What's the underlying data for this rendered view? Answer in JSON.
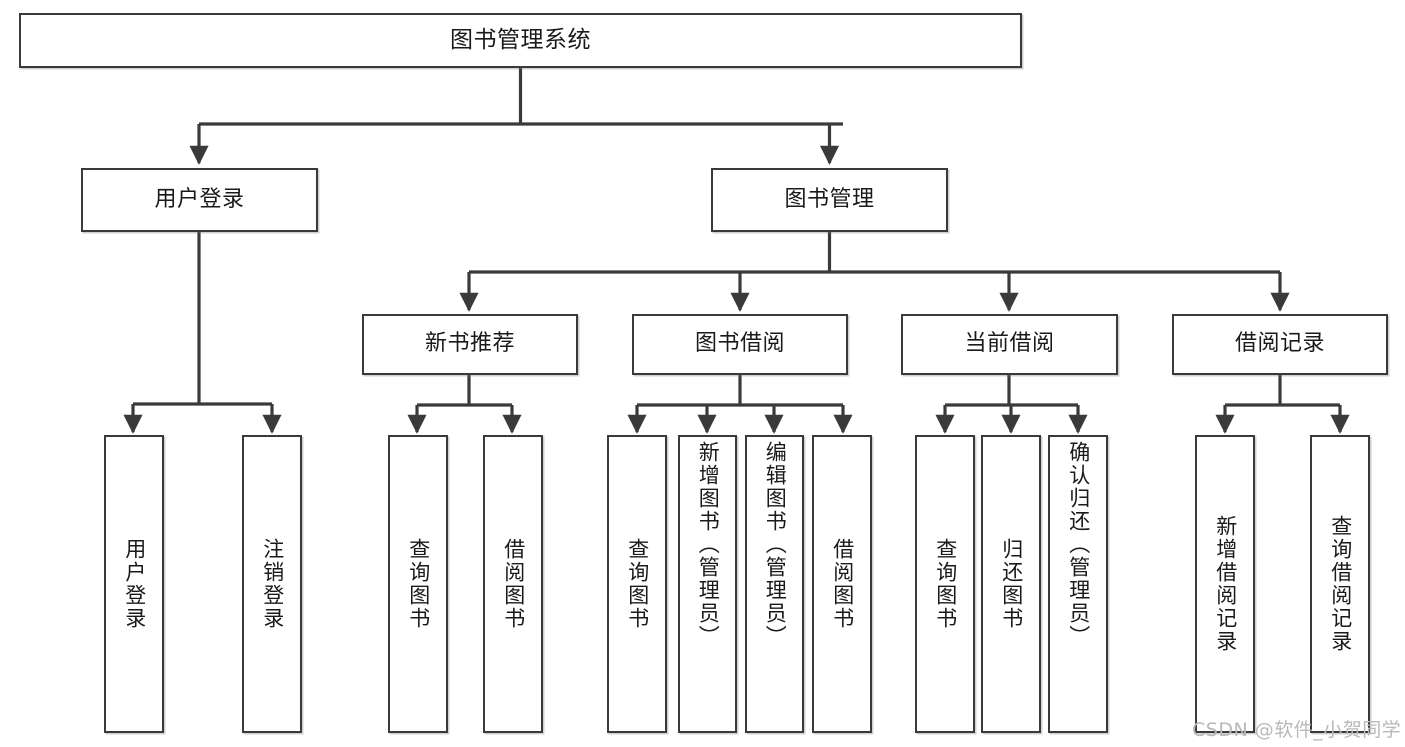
{
  "diagram": {
    "title": "图书管理系统",
    "type": "tree-hierarchy",
    "line_color": "#3a3a3a",
    "box_fill": "#ffffff",
    "text_color": "#1a1a1a"
  },
  "root": {
    "label": "图书管理系统"
  },
  "level2": [
    {
      "label": "用户登录"
    },
    {
      "label": "图书管理"
    }
  ],
  "level3": [
    {
      "label": "新书推荐"
    },
    {
      "label": "图书借阅"
    },
    {
      "label": "当前借阅"
    },
    {
      "label": "借阅记录"
    }
  ],
  "leaves": {
    "user_login": [
      {
        "label": "用户登录"
      },
      {
        "label": "注销登录"
      }
    ],
    "new_book_recommend": [
      {
        "label": "查询图书"
      },
      {
        "label": "借阅图书"
      }
    ],
    "book_borrow": [
      {
        "label": "查询图书"
      },
      {
        "label": "新增图书（管理员）"
      },
      {
        "label": "编辑图书（管理员）"
      },
      {
        "label": "借阅图书"
      }
    ],
    "current_borrow": [
      {
        "label": "查询图书"
      },
      {
        "label": "归还图书"
      },
      {
        "label": "确认归还（管理员）"
      }
    ],
    "borrow_record": [
      {
        "label": "新增借阅记录"
      },
      {
        "label": "查询借阅记录"
      }
    ]
  },
  "watermark": {
    "text": "CSDN @软件_小贺同学",
    "color": "#b9b9b9"
  }
}
